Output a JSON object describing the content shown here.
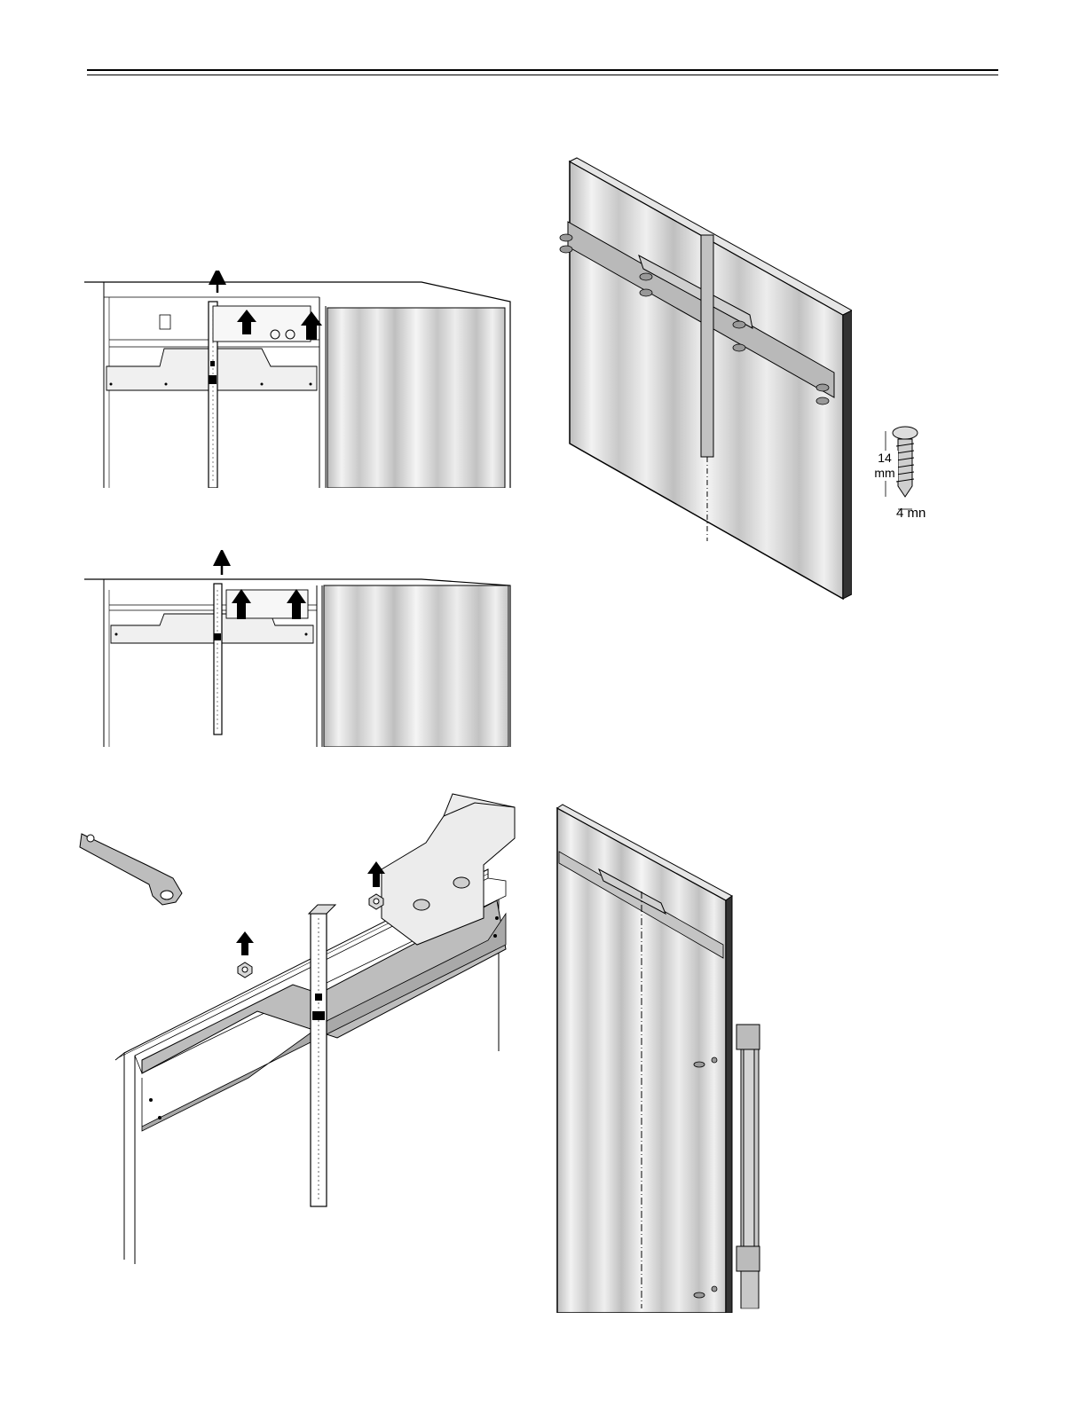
{
  "screw_spec": {
    "length_value": "14",
    "length_unit": "mm",
    "diameter": "4 mn"
  },
  "colors": {
    "panel_gray": "#cfcfcf",
    "panel_highlight": "#f2f2f2",
    "bracket": "#b8b8b8",
    "line": "#000000"
  }
}
